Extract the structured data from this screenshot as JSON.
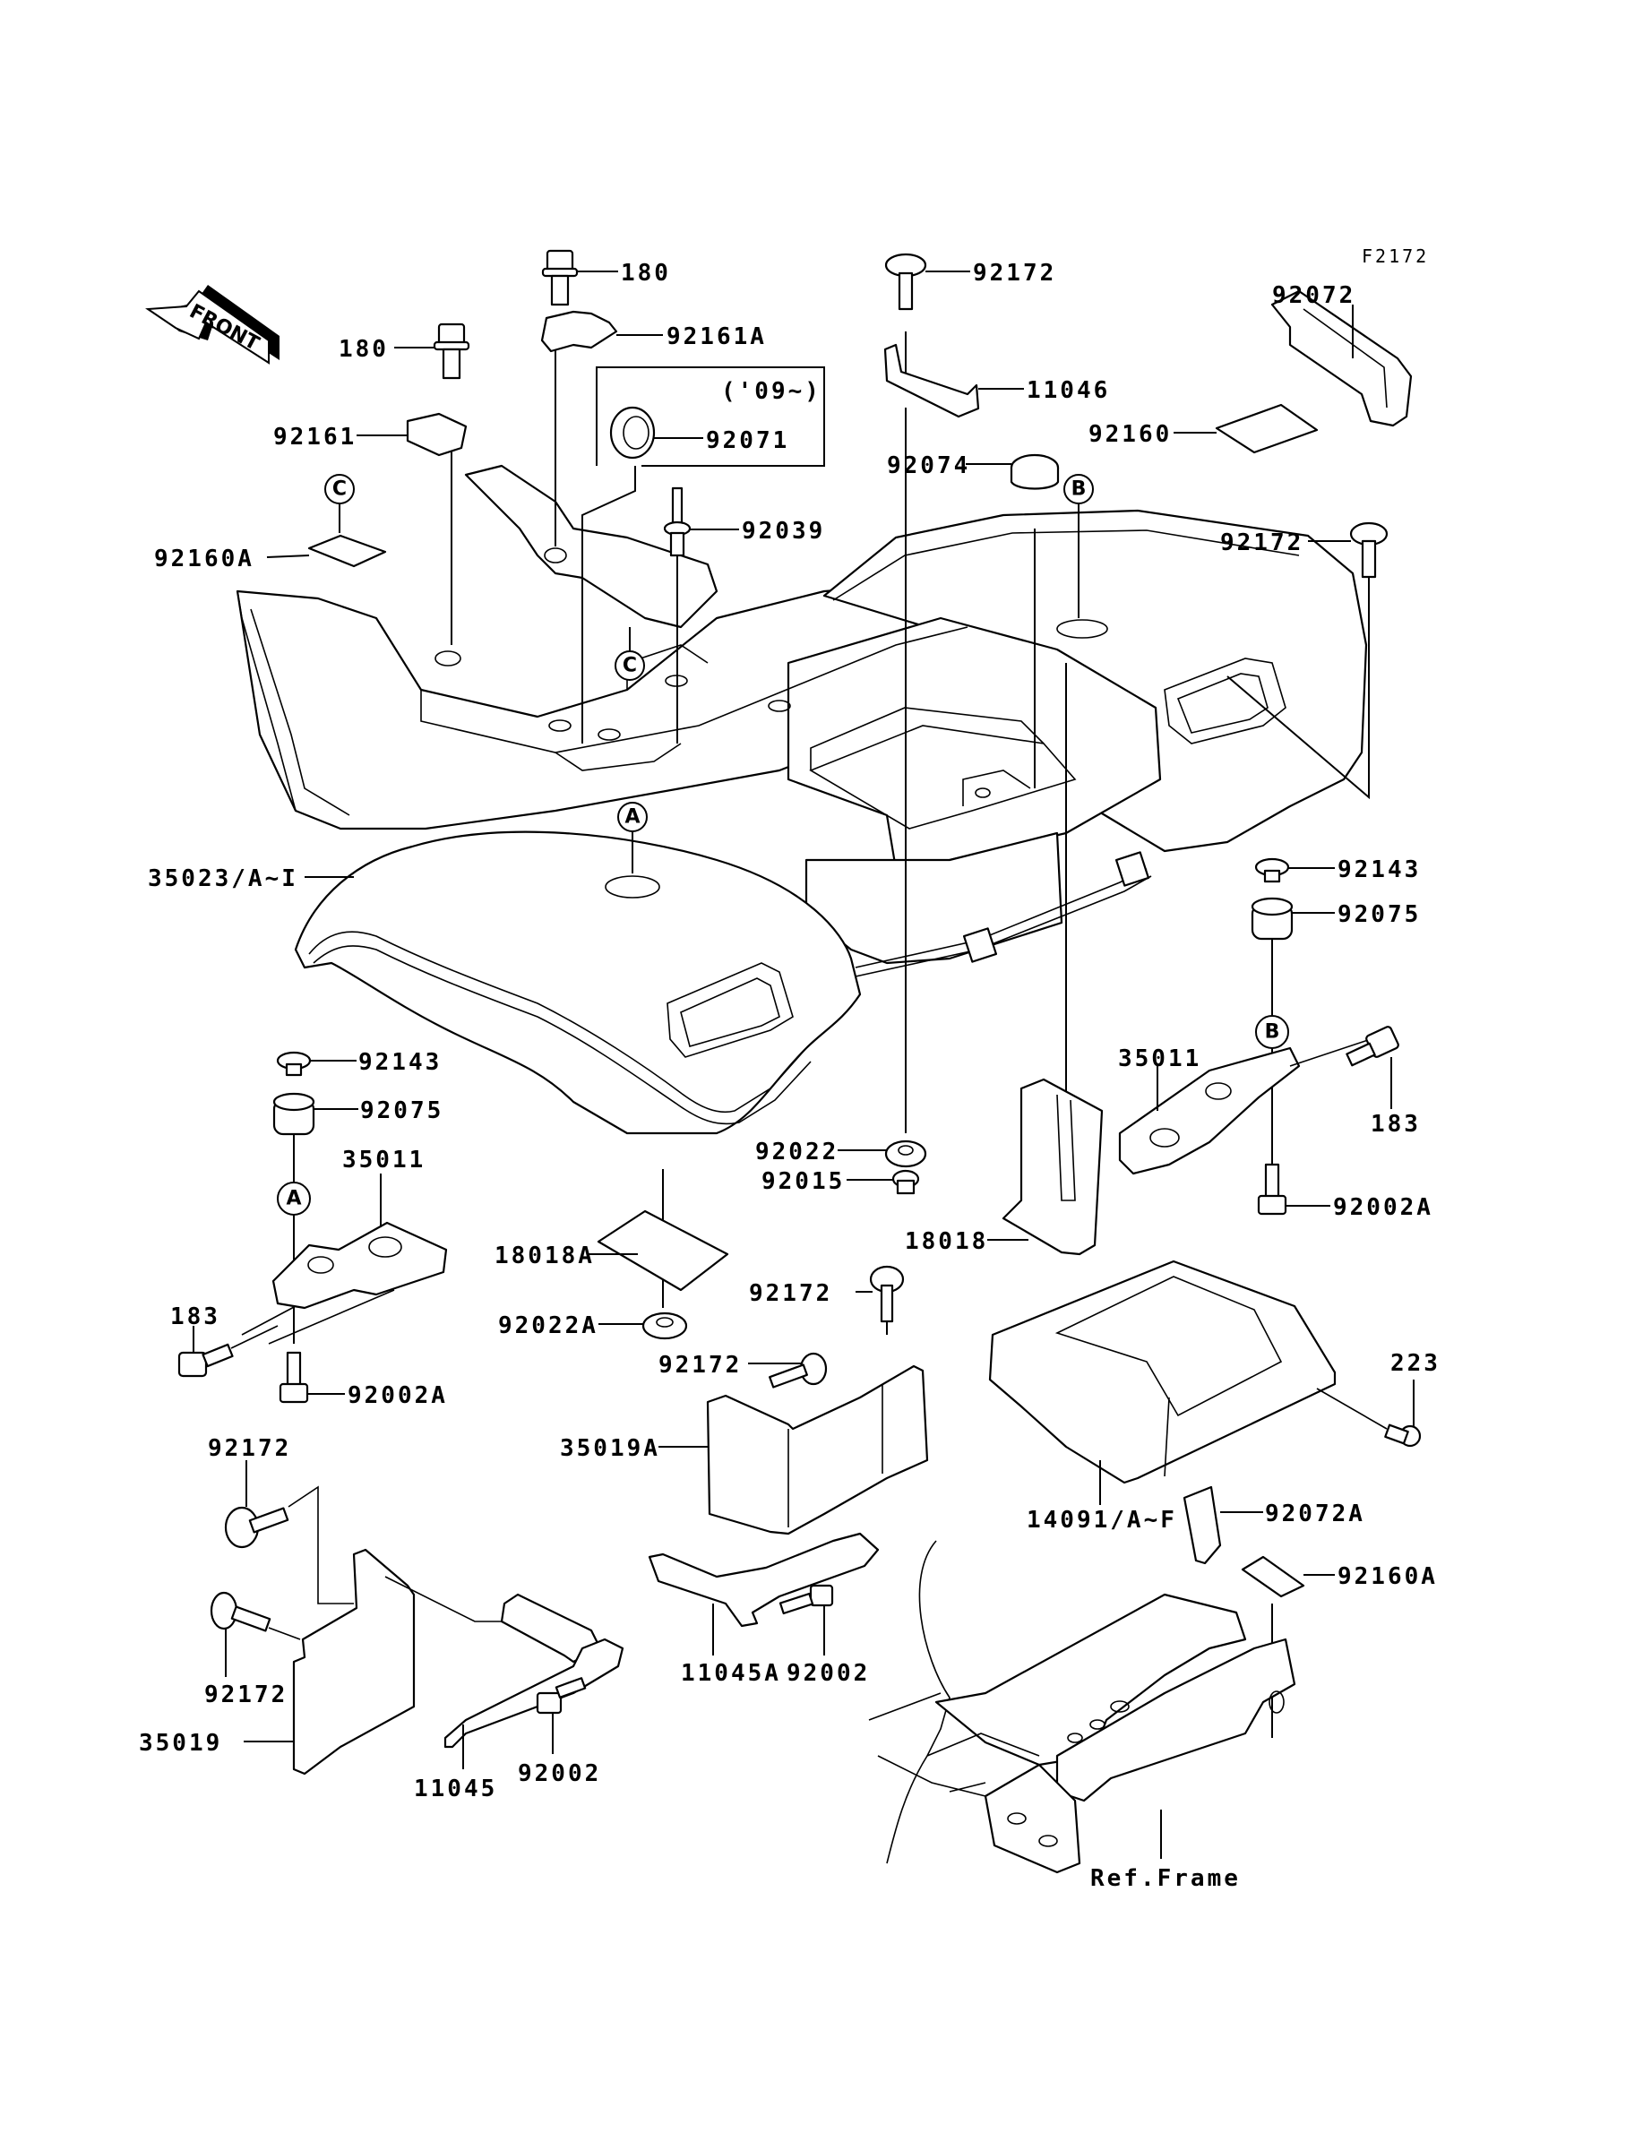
{
  "diagram": {
    "title_code": "F2172",
    "front_arrow_label": "FRONT",
    "year_note": "('09~)",
    "reference_labels": {
      "A": "A",
      "B": "B",
      "C": "C"
    },
    "parts": {
      "p180_top": "180",
      "p180_left": "180",
      "p92161A": "92161A",
      "p92161": "92161",
      "p92071": "92071",
      "p92039": "92039",
      "p92172_top": "92172",
      "p11046": "11046",
      "p92074": "92074",
      "p92072": "92072",
      "p92160": "92160",
      "p92172_right": "92172",
      "p92160A_left": "92160A",
      "p35023": "35023/A~I",
      "p92143_right": "92143",
      "p92075_right": "92075",
      "p92143_left": "92143",
      "p92075_left": "92075",
      "p35011_left": "35011",
      "p35011_right": "35011",
      "p183_right": "183",
      "p92002A_right": "92002A",
      "p92022": "92022",
      "p92015": "92015",
      "p18018A": "18018A",
      "p18018": "18018",
      "p92022A": "92022A",
      "p92172_mid": "92172",
      "p183_left": "183",
      "p92002A_left": "92002A",
      "p92172_mid2": "92172",
      "p35019A": "35019A",
      "p223": "223",
      "p14091": "14091/A~F",
      "p92072A": "92072A",
      "p92160A_right": "92160A",
      "p92172_low1": "92172",
      "p92172_low2": "92172",
      "p35019": "35019",
      "p11045A": "11045A",
      "p92002_mid": "92002",
      "p11045": "11045",
      "p92002_low": "92002",
      "ref_frame": "Ref.Frame"
    }
  }
}
